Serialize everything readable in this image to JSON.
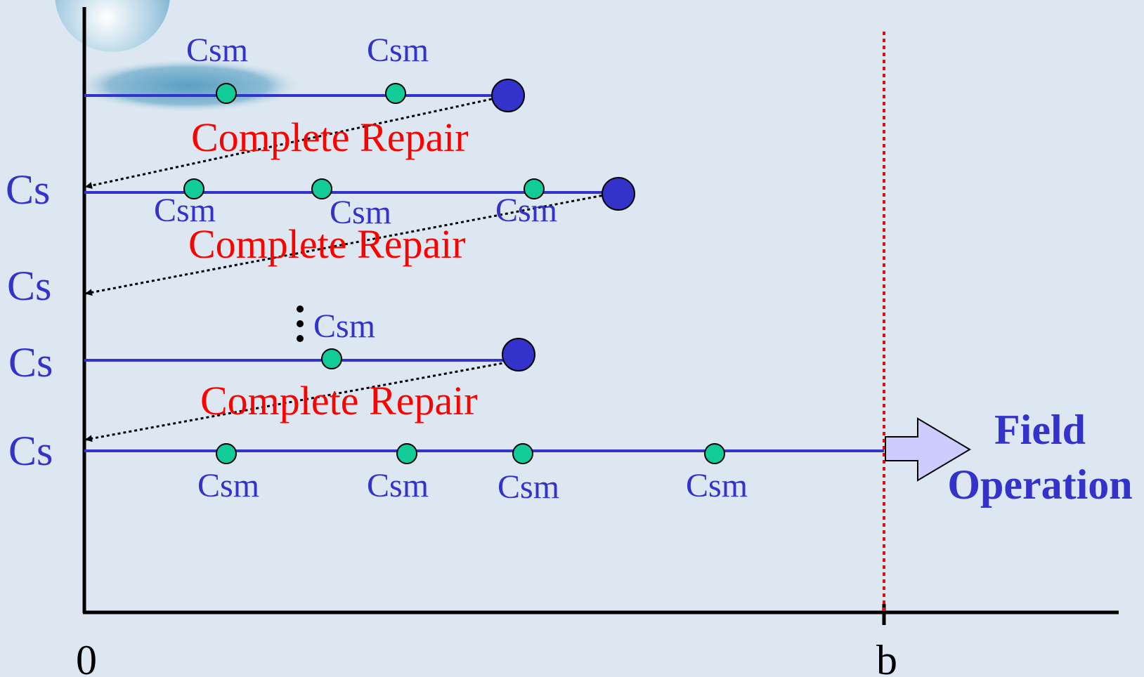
{
  "colors": {
    "background": "#dce7f1",
    "line": "#3333cc",
    "maintenance_dot": "#11cc99",
    "failure_dot": "#3333cc",
    "repair_text": "#ff0000",
    "boundary": "#ff0000",
    "arrow_fill": "#ccccff"
  },
  "labels": {
    "csm": "Csm",
    "cs": "Cs",
    "complete_repair": "Complete Repair",
    "x_origin": "0",
    "x_boundary": "b",
    "field_line1": "Field",
    "field_line2": "Operation"
  }
}
